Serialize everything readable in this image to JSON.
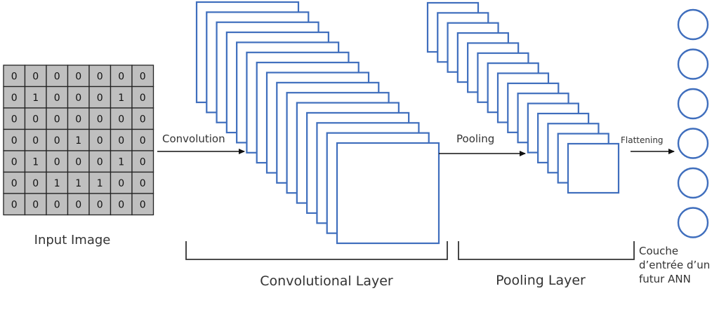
{
  "input_grid": [
    [
      0,
      0,
      0,
      0,
      0,
      0,
      0
    ],
    [
      0,
      1,
      0,
      0,
      0,
      1,
      0
    ],
    [
      0,
      0,
      0,
      0,
      0,
      0,
      0
    ],
    [
      0,
      0,
      0,
      1,
      0,
      0,
      0
    ],
    [
      0,
      1,
      0,
      0,
      0,
      1,
      0
    ],
    [
      0,
      0,
      1,
      1,
      1,
      0,
      0
    ],
    [
      0,
      0,
      0,
      0,
      0,
      0,
      0
    ]
  ],
  "labels": {
    "input_image": "Input Image",
    "convolution": "Convolution",
    "pooling": "Pooling",
    "flattening": "Flattening",
    "convolutional_layer": "Convolutional Layer",
    "pooling_layer": "Pooling Layer",
    "ann_input_line1": "Couche",
    "ann_input_line2": "d’entrée d’un",
    "ann_input_line3": "futur ANN"
  },
  "conv_feature_maps": 15,
  "pool_feature_maps": 15,
  "output_nodes": 6,
  "colors": {
    "feature_map_border": "#3f6ebd",
    "grid_fill": "#bfbfbf",
    "text": "#333333"
  }
}
